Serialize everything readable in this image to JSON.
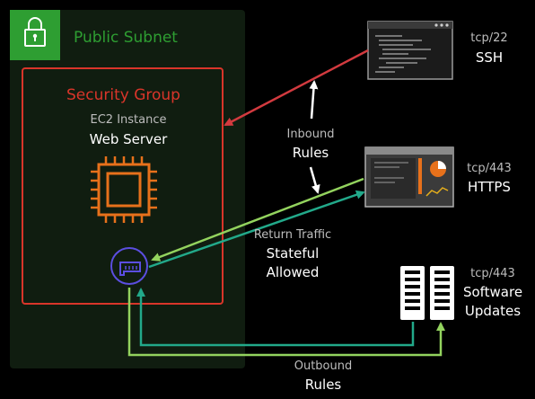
{
  "subnet": {
    "title": "Public Subnet",
    "color": "#2e9e32",
    "icon": "lock-icon"
  },
  "security_group": {
    "title": "Security Group",
    "color": "#d9352a"
  },
  "instance": {
    "type": "EC2 Instance",
    "name": "Web Server",
    "icon": "ec2-chip-icon",
    "color": "#e7711b"
  },
  "eni": {
    "icon": "network-interface-icon",
    "color": "#5b4ee0"
  },
  "ssh": {
    "port": "tcp/22",
    "name": "SSH",
    "icon": "terminal-window-icon"
  },
  "https": {
    "port": "tcp/443",
    "name": "HTTPS",
    "icon": "browser-dashboard-icon"
  },
  "software": {
    "port": "tcp/443",
    "name": "Software",
    "name2": "Updates",
    "icon": "server-rack-icon"
  },
  "inbound": {
    "line1": "Inbound",
    "line2": "Rules"
  },
  "return_traffic": {
    "line1": "Return Traffic",
    "line2": "Stateful",
    "line3": "Allowed"
  },
  "outbound": {
    "line1": "Outbound",
    "line2": "Rules"
  },
  "colors": {
    "inbound_red": "#d23a3f",
    "light_green": "#93d35e",
    "teal": "#22a98a"
  }
}
